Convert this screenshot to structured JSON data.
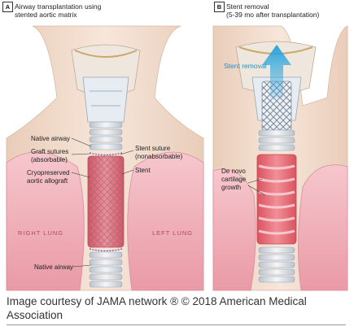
{
  "panel_a": {
    "tag": "A",
    "title_line1": "Airway transplantation using",
    "title_line2": "stented aortic matrix",
    "labels": {
      "native_airway_top": "Native airway",
      "graft_sutures_1": "Graft sutures",
      "graft_sutures_2": "(absorbable)",
      "cryo_1": "Cryopreserved",
      "cryo_2": "aortic allograft",
      "stent_suture_1": "Stent suture",
      "stent_suture_2": "(nonabsorbable)",
      "stent": "Stent",
      "native_airway_bottom": "Native airway",
      "right_lung": "RIGHT LUNG",
      "left_lung": "LEFT LUNG"
    }
  },
  "panel_b": {
    "tag": "B",
    "title_line1": "Stent removal",
    "title_line2": "(5-39 mo after transplantation)",
    "labels": {
      "stent_removal": "Stent removal",
      "denovo_1": "De novo",
      "denovo_2": "cartilage",
      "denovo_3": "growth"
    }
  },
  "caption": "Image courtesy of JAMA network ® © 2018 American Medical Association",
  "colors": {
    "skin": "#f1d9c8",
    "lung": "#f2b4bd",
    "allograft": "#e5707a",
    "cartilage": "#dfe6ef",
    "arrow": "#29a4dd"
  }
}
